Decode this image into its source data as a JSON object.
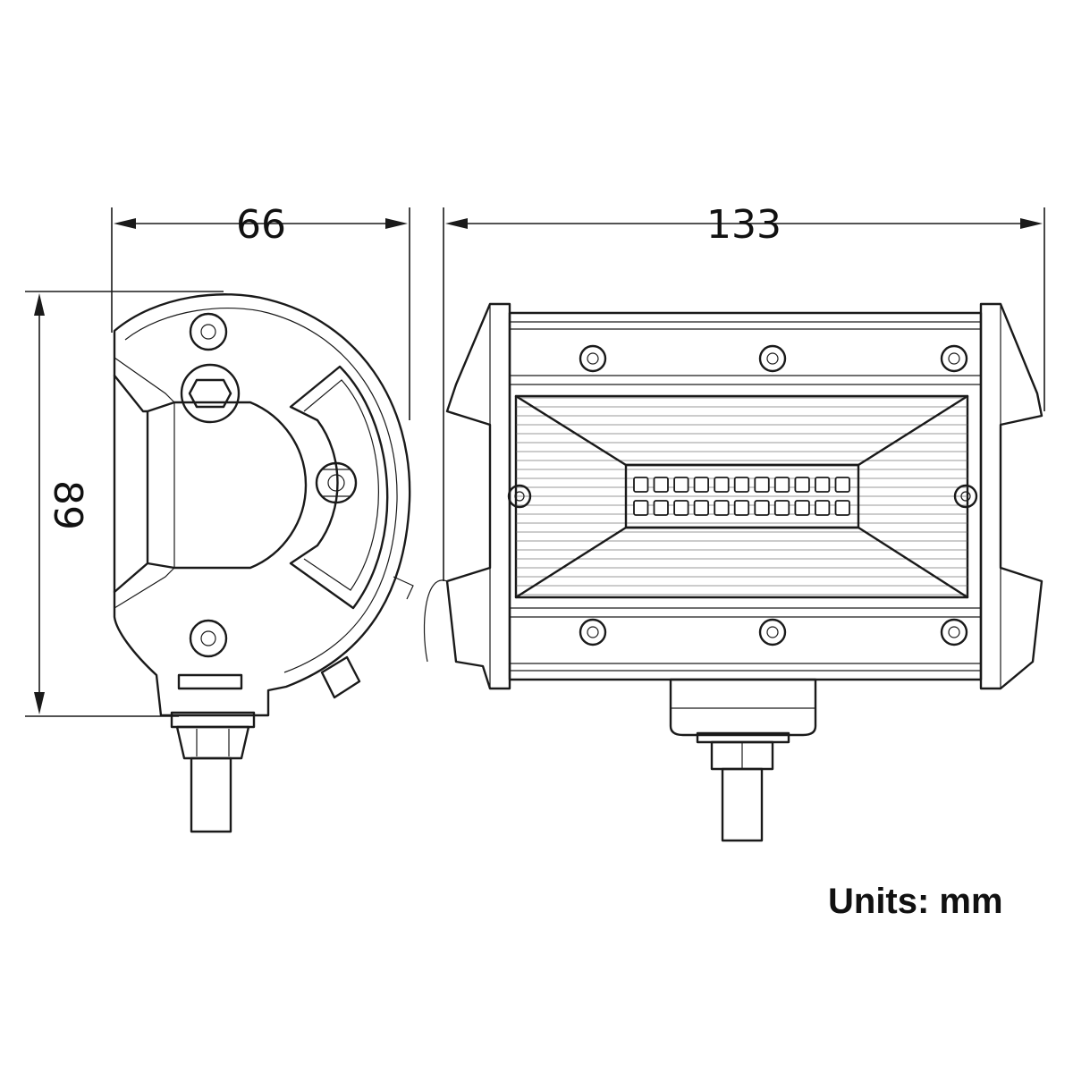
{
  "dimensions": {
    "width_side": "66",
    "width_front": "133",
    "height": "89"
  },
  "units_label": "Units: mm",
  "led_grid": {
    "rows": 2,
    "columns": 11
  }
}
